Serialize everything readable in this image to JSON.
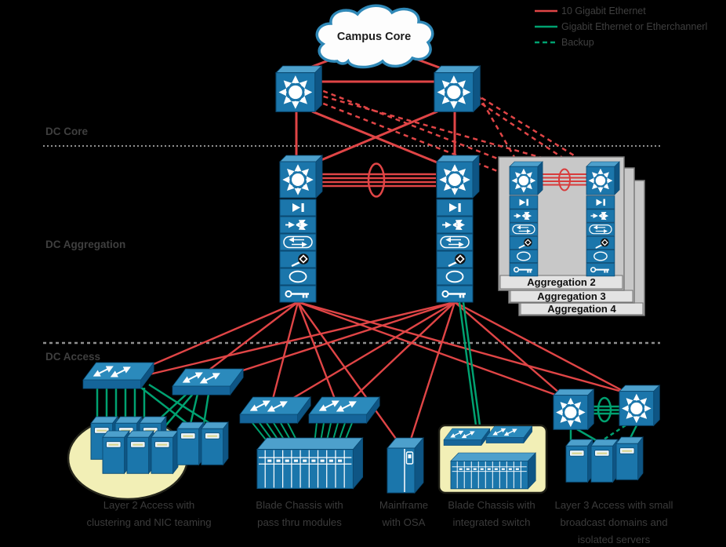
{
  "title": "Data center network topology diagram",
  "legend": {
    "items": [
      {
        "label": "10 Gigabit Ethernet",
        "color": "#e04546",
        "style": "solid"
      },
      {
        "label": "Gigabit Ethernet or Etherchannerl",
        "color": "#00a170",
        "style": "solid"
      },
      {
        "label": "Backup",
        "color": "#00a170",
        "style": "dashed"
      }
    ]
  },
  "cloud": {
    "label": "Campus Core"
  },
  "zones": {
    "core": {
      "label": "DC Core"
    },
    "aggregation": {
      "label": "DC Aggregation"
    },
    "access": {
      "label": "DC Access"
    }
  },
  "aggregation_panels": [
    {
      "label": "Aggregation 2"
    },
    {
      "label": "Aggregation 3"
    },
    {
      "label": "Aggregation 4"
    }
  ],
  "captions": [
    {
      "lines": [
        "Layer 2 Access with",
        "clustering and NIC teaming"
      ]
    },
    {
      "lines": [
        "Blade Chassis with",
        "pass thru modules"
      ]
    },
    {
      "lines": [
        "Mainframe",
        "with OSA"
      ]
    },
    {
      "lines": [
        "Blade Chassis with",
        "integrated switch"
      ]
    },
    {
      "lines": [
        "Layer 3 Access with small",
        "broadcast domains and",
        "isolated servers"
      ]
    }
  ],
  "colors": {
    "ten_gig_red": "#e04546",
    "gig_green": "#00a170",
    "device_blue": "#1b76ab",
    "device_blue_light": "#4da0cc",
    "device_blue_dark": "#0e5584",
    "panel_gray": "#c8c8c8",
    "highlight_yellow": "#f2efb5",
    "background": "#000000"
  }
}
